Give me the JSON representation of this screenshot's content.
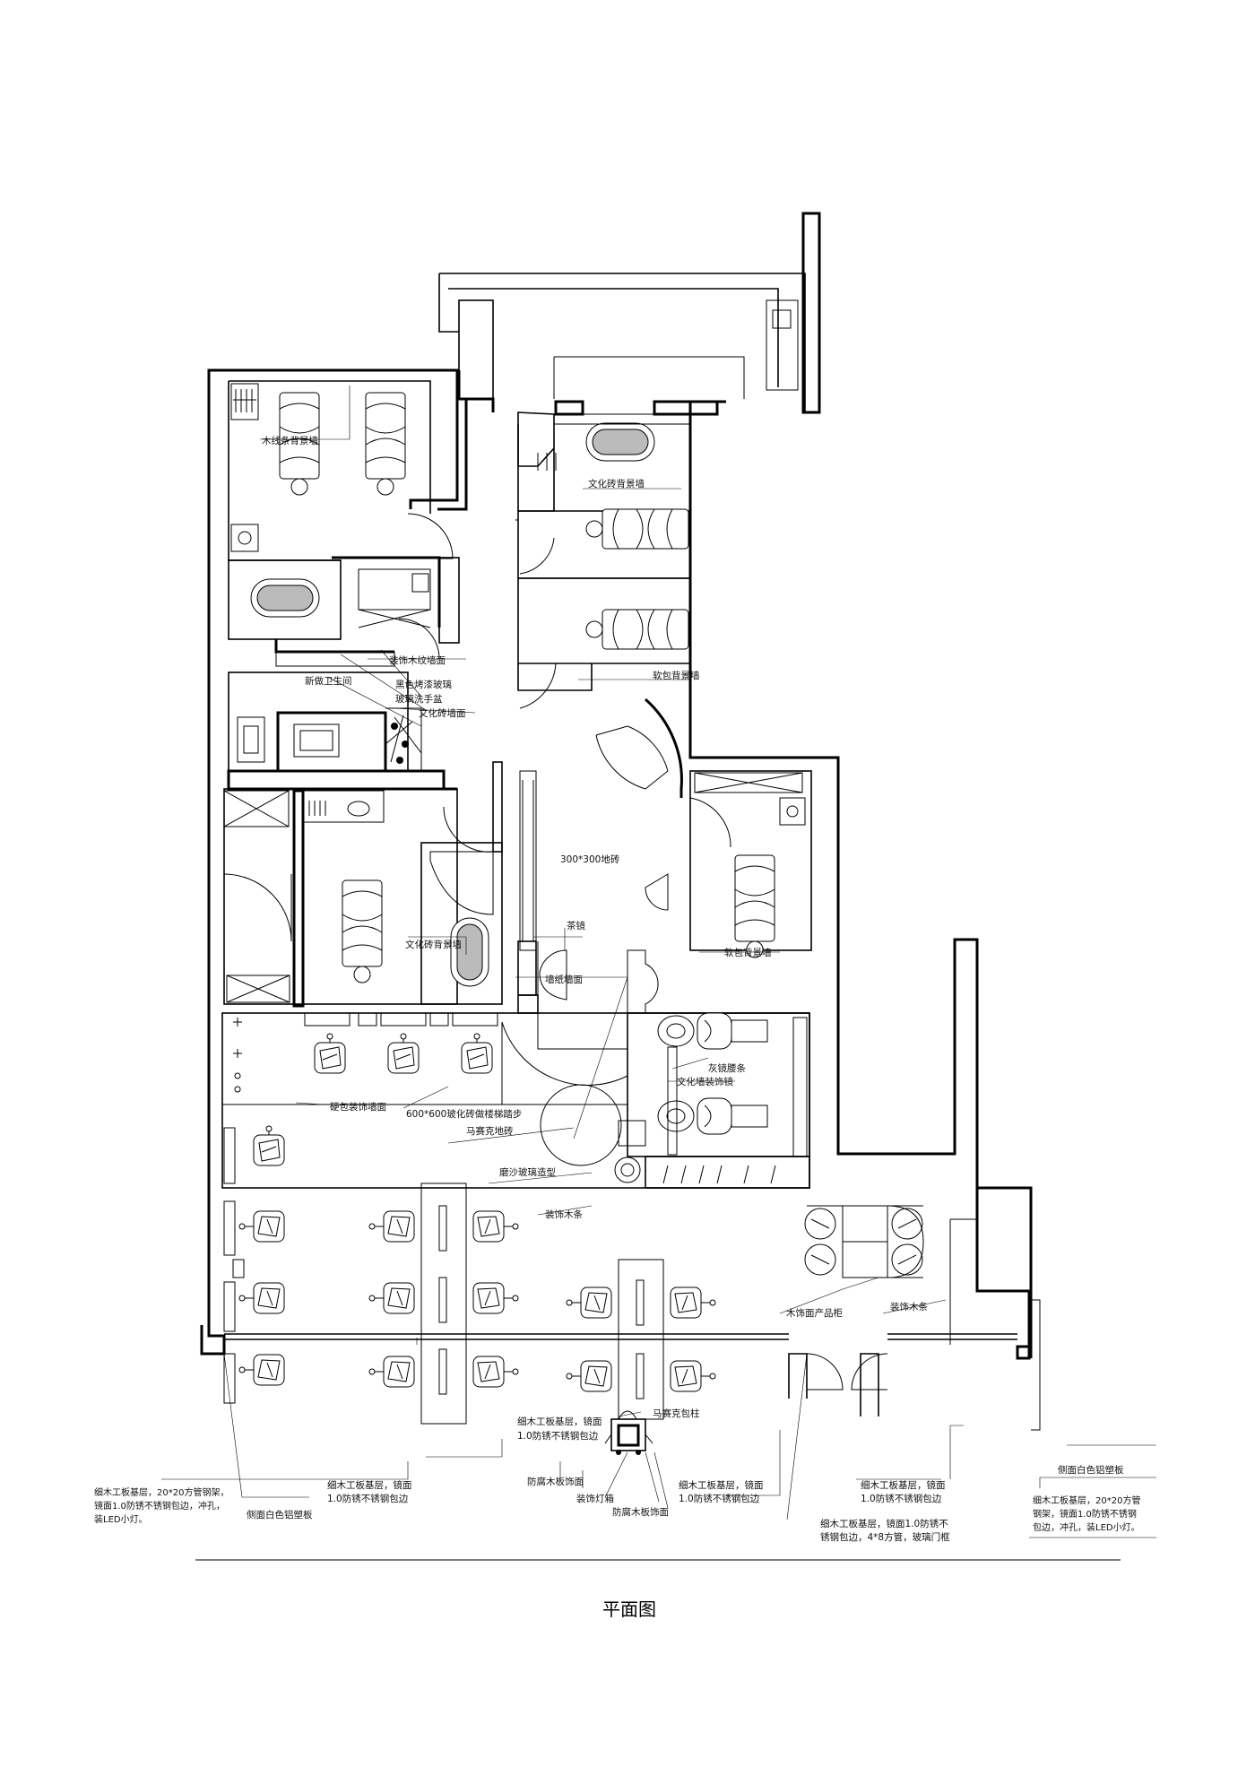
{
  "title": "平面图",
  "labels": {
    "wood_strip_wall_1": "木线条背景墙",
    "culture_brick_wall_1": "文化砖背景墙",
    "soft_pack_wall_1": "软包背景墙",
    "decor_wood_grain_wall": "装饰木纹墙面",
    "new_toilet": "新做卫生间",
    "black_lacquer_glass": "黑色烤漆玻璃",
    "glass_basin": "玻璃洗手盆",
    "culture_brick_wall_face": "文化砖墙面",
    "floor_tile_300": "300*300地砖",
    "tea_mirror": "茶镜",
    "culture_brick_wall_2": "文化砖背景墙",
    "wallpaper_wall": "墙纸墙面",
    "soft_pack_wall_2": "软包背景墙",
    "gray_mirror_strip": "灰镜腰条",
    "culture_wall_mirror": "文化墙装饰镜",
    "hard_pack_wall": "硬包装饰墙面",
    "stair_tile_600": "600*600玻化砖做楼梯踏步",
    "mosaic_floor": "马赛克地砖",
    "frosted_glass": "磨沙玻璃造型",
    "decor_wood_strip_1": "装饰木条",
    "wood_product_cabinet": "木饰面产品柜",
    "decor_wood_strip_2": "装饰木条",
    "mosaic_column": "马赛克包柱",
    "note_mirror_center_1": "细木工板基层，镜面",
    "note_mirror_center_2": "1.0防锈不锈钢包边",
    "side_alu_plastic_right": "侧面白色铝塑板",
    "note_left_1": "细木工板基层，20*20方管钢架，",
    "note_left_2": "镜面1.0防锈不锈钢包边，冲孔，",
    "note_left_3": "装LED小灯。",
    "side_alu_plastic_left": "侧面白色铝塑板",
    "note_mirror_a_1": "细木工板基层，镜面",
    "note_mirror_a_2": "1.0防锈不锈钢包边",
    "anticorrosion_wood_1": "防腐木板饰面",
    "decor_lightbox": "装饰灯箱",
    "anticorrosion_wood_2": "防腐木板饰面",
    "note_mirror_b_1": "细木工板基层，镜面",
    "note_mirror_b_2": "1.0防锈不锈钢包边",
    "note_door_1": "细木工板基层，镜面1.0防锈不",
    "note_door_2": "锈钢包边，4*8方管，玻璃门框",
    "note_mirror_c_1": "细木工板基层，镜面",
    "note_mirror_c_2": "1.0防锈不锈钢包边",
    "note_right_1": "细木工板基层，20*20方管",
    "note_right_2": "钢架，镜面1.0防锈不锈钢",
    "note_right_3": "包边，冲孔，装LED小灯。"
  }
}
